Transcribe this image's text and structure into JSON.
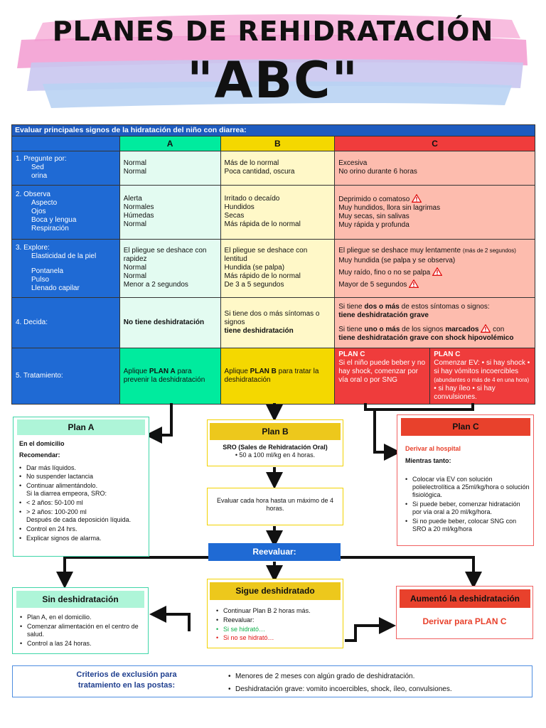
{
  "title": {
    "line1": "PLANES DE REHIDRATACIÓN",
    "line2": "\"ABC\""
  },
  "colors": {
    "plan_a": "#00eb9e",
    "plan_b": "#f4d800",
    "plan_c": "#f03c3c",
    "blue": "#1f6ad4"
  },
  "table": {
    "caption": "Evaluar principales signos de la hidratación del niño con diarrea:",
    "col_a": "A",
    "col_b": "B",
    "col_c": "C",
    "r1": {
      "label": "1.  Pregunte por:",
      "sub": [
        "Sed",
        "orina"
      ],
      "a": [
        "Normal",
        "Normal"
      ],
      "b": [
        "Más de lo normal",
        "Poca cantidad, oscura"
      ],
      "c": [
        "Excesiva",
        "No orino durante 6 horas"
      ]
    },
    "r2": {
      "label": "2.  Observa",
      "sub": [
        "Aspecto",
        "Ojos",
        "Boca y lengua",
        "Respiración"
      ],
      "a": [
        "Alerta",
        "Normales",
        "Húmedas",
        "Normal"
      ],
      "b": [
        "Irritado o decaído",
        "Hundidos",
        "Secas",
        "Más rápida de lo normal"
      ],
      "c": [
        "Deprimido o comatoso",
        "Muy hundidos, llora sin lagrimas",
        "Muy secas, sin salivas",
        "Muy rápida y profunda"
      ]
    },
    "r3": {
      "label": "3.  Explore:",
      "sub": [
        "Elasticidad de la piel",
        "Pontanela",
        "Pulso",
        "Llenado capilar"
      ],
      "a": [
        "El pliegue se deshace con rapidez",
        "Normal",
        "Normal",
        "Menor a 2 segundos"
      ],
      "b": [
        "El pliegue se deshace con lentitud",
        "Hundida (se palpa)",
        "Más rápido de lo normal",
        "De 3 a 5 segundos"
      ],
      "c1": "El pliegue se deshace muy lentamente",
      "c1_small": "(más de 2 segundos)",
      "c2": "Muy hundida (se palpa y se observa)",
      "c3": "Muy raído, fino o no se palpa",
      "c4": "Mayor de 5 segundos"
    },
    "r4": {
      "label": "4.  Decida:",
      "a": "No tiene deshidratación",
      "b1": "Si tiene dos o más síntomas o signos",
      "b2": "tiene deshidratación",
      "c1a": "Si tiene ",
      "c1b": "dos o más",
      "c1c": " de estos síntomas o signos:",
      "c2": "tiene deshidratación grave",
      "c3a": "Si tiene ",
      "c3b": "uno o más",
      "c3c": " de los signos ",
      "c3d": "marcados",
      "c3e": " con",
      "c4": "tiene deshidratación grave con shock hipovolémico"
    },
    "r5": {
      "label": "5.  Tratamiento:",
      "a1": "Aplique ",
      "a2": "PLAN A",
      "a3": " para prevenir la deshidratación",
      "b1": "Aplique ",
      "b2": "PLAN B",
      "b3": " para tratar la deshidratación",
      "c_left_title": "PLAN C",
      "c_left_body": "Si el niño puede beber y no hay shock, comenzar por vía oral o por SNG",
      "c_right_title": "PLAN C",
      "c_right_a": "Comenzar EV: • si hay shock • si hay vómitos incoercibles ",
      "c_right_small": "(abundantes o más de 4 en una hora)",
      "c_right_b": " • si hay íleo • si hay convulsiones."
    }
  },
  "plan_a": {
    "title": "Plan A",
    "sub1": "En el domicilio",
    "sub2": "Recomendar:",
    "items": [
      "Dar más líquidos.",
      "No suspender lactancia",
      "Continuar alimentándolo.",
      "< 2 años: 50-100 ml",
      "> 2 años: 100-200 ml",
      "Control en 24 hrs.",
      "Explicar signos de alarma."
    ],
    "item3_extra": "Si la diarrea empeora, SRO:",
    "item5_extra": "Después de cada deposición líquida."
  },
  "plan_b": {
    "title": "Plan B",
    "sro": "SRO (Sales de Rehidratación Oral)",
    "dose": "50 a 100 ml/kg en 4 horas.",
    "eval": "Evaluar cada hora hasta un máximo de 4 horas."
  },
  "plan_c": {
    "title": "Plan C",
    "derivar": "Derivar al hospital",
    "mientras": "Mientras tanto:",
    "items": [
      "Colocar vía EV con solución polielectrolítica a 25ml/kg/hora o solución fisiológica.",
      "Si puede beber, comenzar hidratación por vía oral a 20 ml/kg/hora.",
      "Si no puede beber, colocar SNG con SRO a 20 ml/kg/hora"
    ]
  },
  "reevaluar": "Reevaluar:",
  "sin_deshidratacion": {
    "title": "Sin deshidratación",
    "items": [
      "Plan A, en el domicilio.",
      "Comenzar alimentación en el centro de salud.",
      "Control a las 24 horas."
    ]
  },
  "sigue": {
    "title": "Sigue deshidratado",
    "items": [
      "Continuar Plan B 2 horas más.",
      "Reevaluar:"
    ],
    "si": "Si se hidrató…",
    "no": "Si no se hidrató…"
  },
  "aumento": {
    "title": "Aumentó la deshidratación",
    "body": "Derivar para PLAN C"
  },
  "criterios": {
    "title": "Criterios de exclusión  para tratamiento en las postas:",
    "items": [
      "Menores de 2 meses con algún grado de deshidratación.",
      "Deshidratación grave: vomito incoercibles, shock, íleo, convulsiones."
    ]
  }
}
